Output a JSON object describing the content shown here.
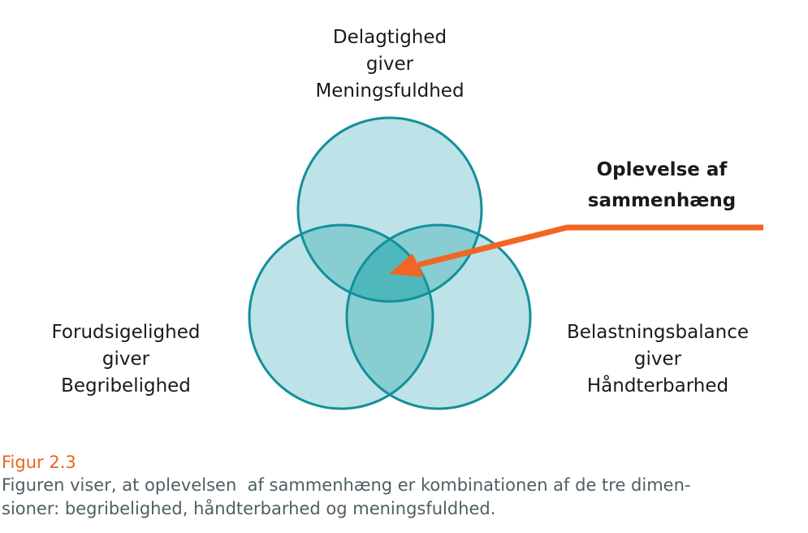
{
  "diagram": {
    "top_circle": {
      "lines": [
        "Delagtighed",
        "giver",
        "Meningsfuldhed"
      ]
    },
    "left_circle": {
      "lines": [
        "Forudsigelighed",
        "giver",
        "Begribelighed"
      ]
    },
    "right_circle": {
      "lines": [
        "Belastningsbalance",
        "giver",
        "Håndterbarhed"
      ]
    },
    "callout": {
      "lines": [
        "Oplevelse af",
        "sammenhæng"
      ]
    },
    "colors": {
      "circle_fill": "#bde2e8",
      "circle_stroke": "#12909a",
      "overlap_two": "#88cdd2",
      "overlap_three": "#4fb8bd",
      "arrow": "#f26522"
    }
  },
  "caption": {
    "label": "Figur 2.3",
    "line1": "Figuren viser, at oplevelsen  af sammenhæng er kombinationen af de tre dimen-",
    "line2": "sioner: begribelighed, håndterbarhed og meningsfuldhed."
  }
}
